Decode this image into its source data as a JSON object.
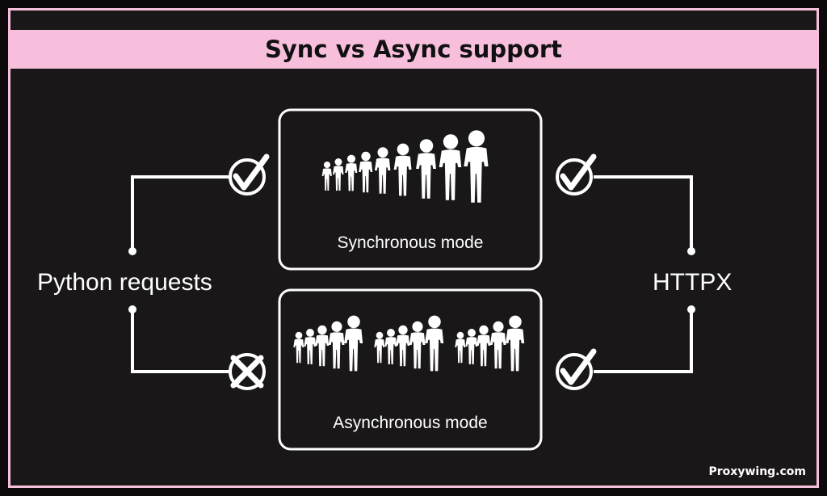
{
  "title": "Sync vs Async support",
  "left_library": "Python requests",
  "right_library": "HTTPX",
  "sync_mode_label": "Synchronous mode",
  "async_mode_label": "Asynchronous mode",
  "brand": "Proxywing.com",
  "colors": {
    "background": "#1a1718",
    "accent_pink": "#f7bfdc",
    "foreground": "#ffffff"
  },
  "icons": {
    "left_sync": "check-icon",
    "left_async": "cross-icon",
    "right_sync": "check-icon",
    "right_async": "check-icon"
  }
}
